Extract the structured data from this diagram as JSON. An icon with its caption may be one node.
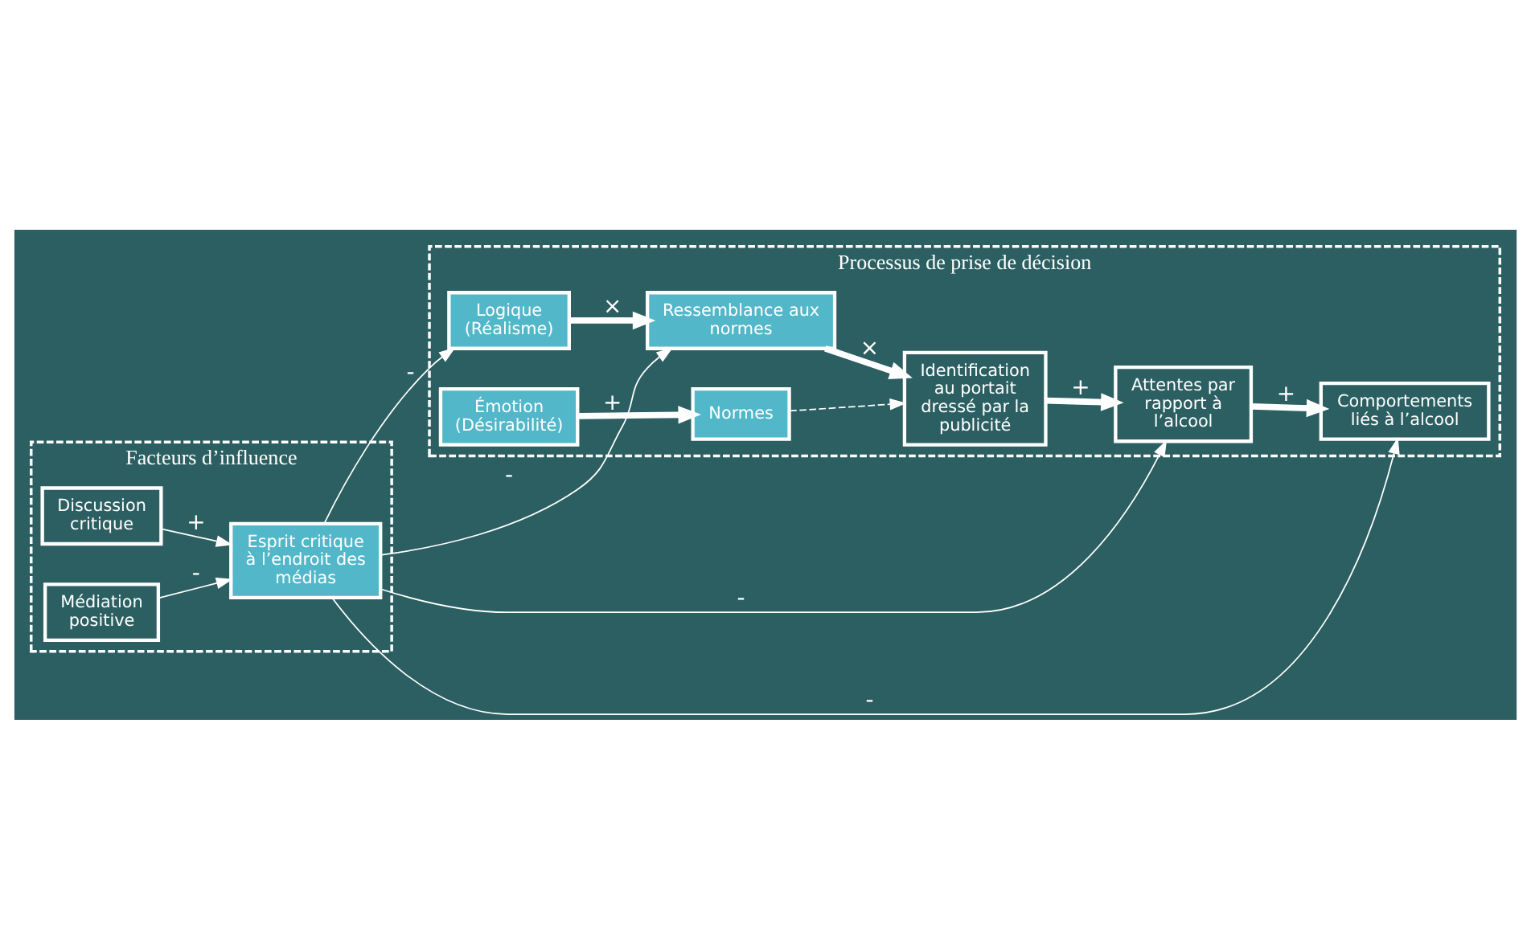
{
  "diagram": {
    "nodes": [
      {
        "text": [
          "Facteurs d’influence"
        ]
      },
      {
        "text": [
          "Discussion critique"
        ],
        "in": 0
      },
      {
        "text": [
          "Médiation positive"
        ],
        "in": 0
      },
      {
        "text": [
          "Esprit critique à l’endroit des médias"
        ],
        "in": 0
      },
      {
        "text": [
          "Processus de prise de décision"
        ]
      },
      {
        "text": [
          "Logique (Réalisme)"
        ],
        "in": 4
      },
      {
        "text": [
          "Ressemblance aux normes"
        ],
        "in": 4
      },
      {
        "text": [
          "Émotion (Désirabilité)"
        ],
        "in": 4
      },
      {
        "text": [
          "Normes"
        ],
        "in": 4
      },
      {
        "text": [
          "Identification au portait dressé par la publicité"
        ],
        "in": 4
      },
      {
        "text": [
          "Attentes par rapport à l’alcool"
        ],
        "in": 4
      },
      {
        "text": [
          "Comportements liés à l’alcool"
        ],
        "in": 4
      }
    ],
    "edges": [
      {
        "from": 1,
        "to": 3,
        "arrow": "to",
        "label": "+"
      },
      {
        "from": 2,
        "to": 3,
        "arrow": "to",
        "label": "-"
      },
      {
        "from": 3,
        "to": 5,
        "arrow": "to",
        "label": "-"
      },
      {
        "from": 3,
        "to": 6,
        "arrow": "to",
        "label": "-"
      },
      {
        "from": 3,
        "to": 10,
        "arrow": "to",
        "label": "-"
      },
      {
        "from": 3,
        "to": 11,
        "arrow": "to",
        "label": "-"
      },
      {
        "from": 5,
        "to": 6,
        "arrow": "to",
        "label": "×",
        "style": "thick"
      },
      {
        "from": 6,
        "to": 9,
        "arrow": "to",
        "label": "×",
        "style": "thick"
      },
      {
        "from": 7,
        "to": 8,
        "arrow": "to",
        "label": "+",
        "style": "thick"
      },
      {
        "from": 8,
        "to": 9,
        "arrow": "to",
        "style": "dashed"
      },
      {
        "from": 9,
        "to": 10,
        "arrow": "to",
        "label": "+",
        "style": "thick"
      },
      {
        "from": 10,
        "to": 11,
        "arrow": "to",
        "label": "+",
        "style": "thick"
      }
    ]
  }
}
